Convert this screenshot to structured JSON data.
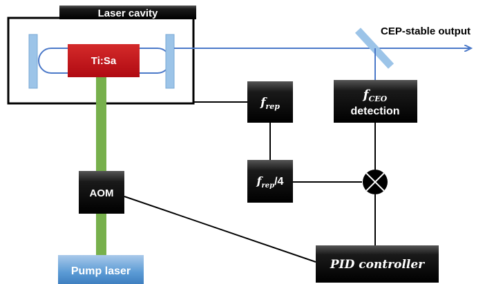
{
  "cavity": {
    "title": "Laser cavity",
    "crystal": "Ti:Sa"
  },
  "output": {
    "label": "CEP-stable output"
  },
  "blocks": {
    "frep_main": "f",
    "frep_sub": "rep",
    "fceo_main": "f",
    "fceo_sub": "CEO",
    "fceo_detect": "detection",
    "frep4_main": "f",
    "frep4_sub": "rep",
    "frep4_suffix": "/4",
    "aom": "AOM",
    "pid": "PID controller",
    "pump": "Pump laser"
  },
  "colors": {
    "beam_blue": "#4a78c8",
    "pump_green": "#77b04c",
    "crystal_red": "#c8101a",
    "mirror_blue": "#9cc4e8",
    "pump_box_blue": "#5b9bd5",
    "block_black": "#111111"
  }
}
